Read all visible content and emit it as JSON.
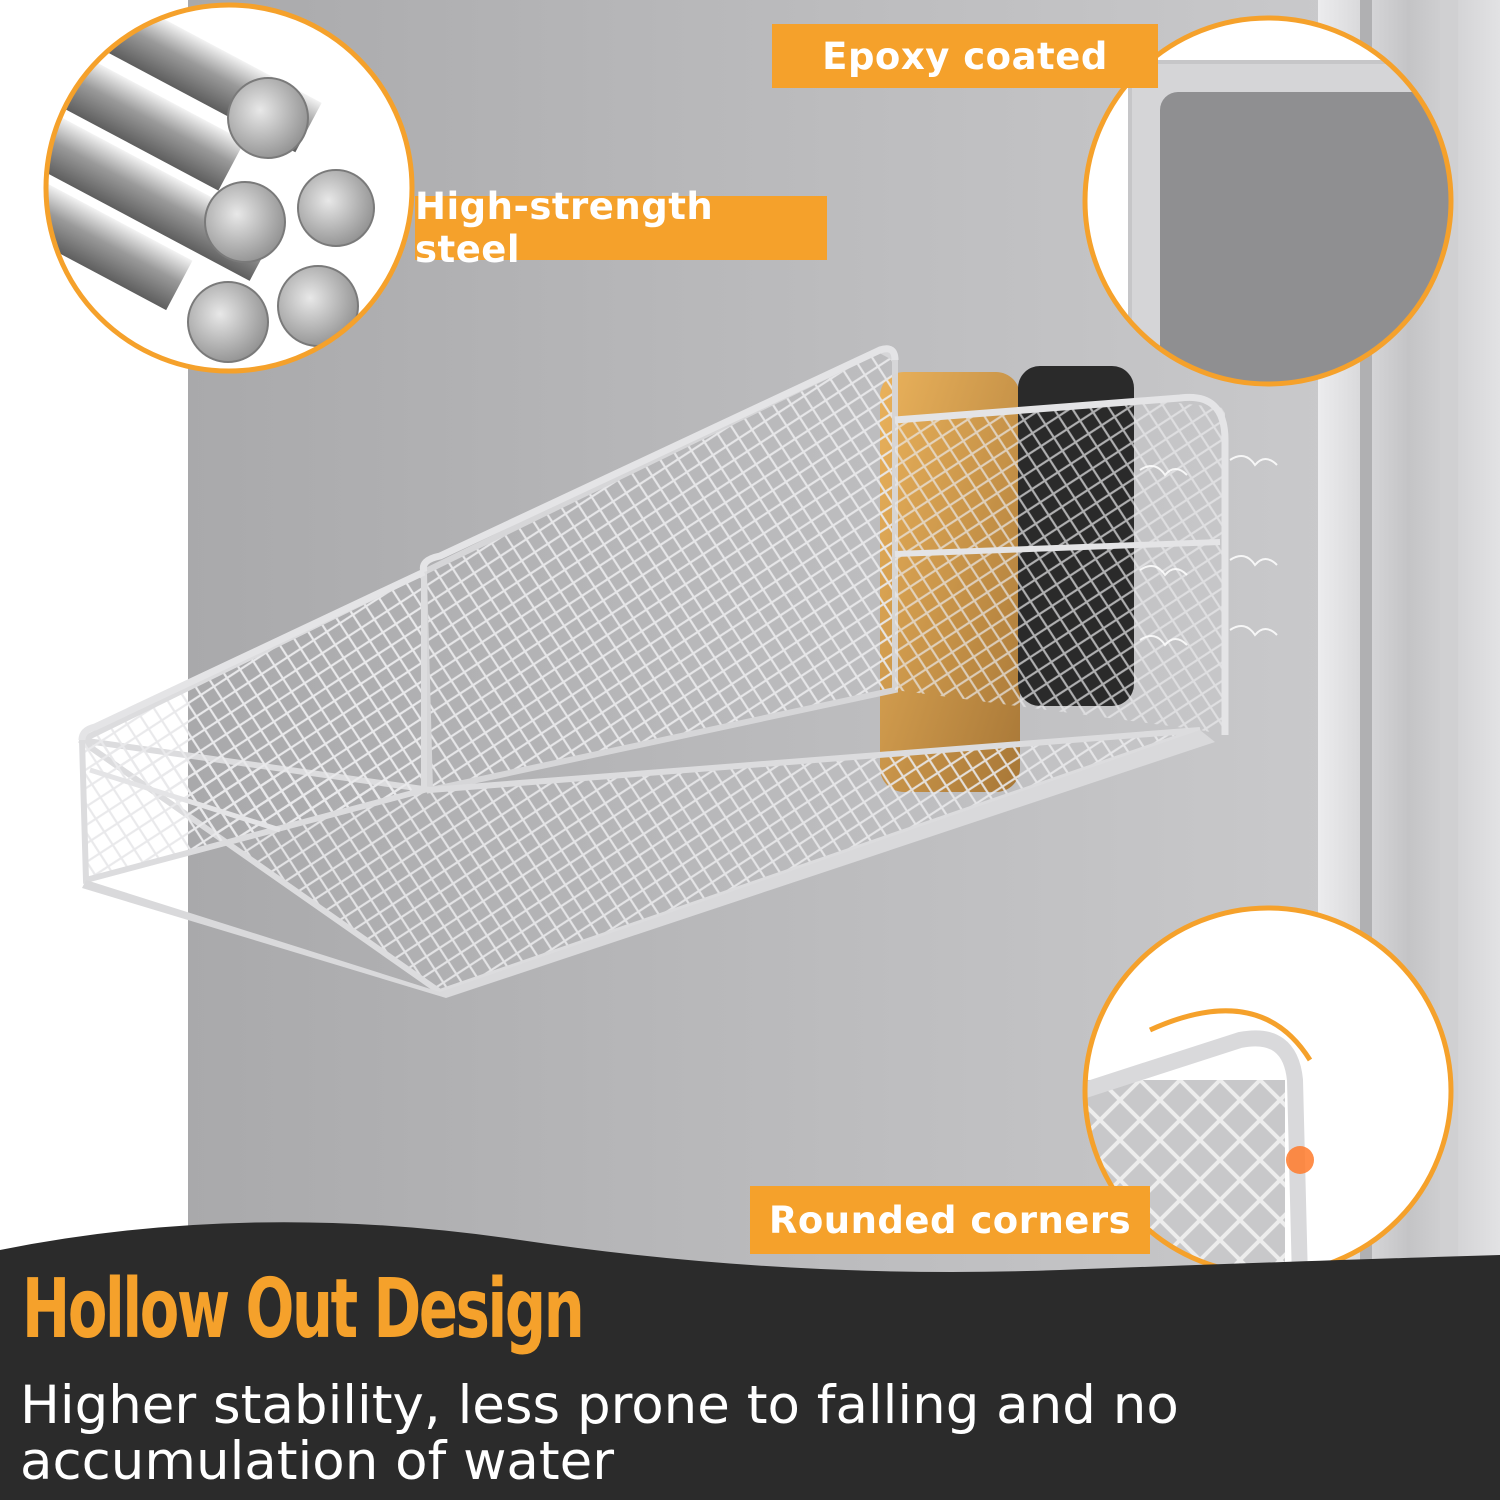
{
  "callouts": {
    "steel": "High-strength steel",
    "epoxy": "Epoxy coated",
    "corners": "Rounded corners"
  },
  "banner": {
    "headline": "Hollow Out Design",
    "description": "Higher stability, less prone to falling and no accumulation of water"
  },
  "colors": {
    "accent": "#f5a12b",
    "banner_bg": "#2b2b2b",
    "wall": "#b5b5b7",
    "frame": "#d8d8da",
    "magnet": "#2a2a2a"
  },
  "icons": [
    "steel-rods-icon",
    "epoxy-coating-icon",
    "rounded-corner-icon",
    "magnet-icon"
  ]
}
